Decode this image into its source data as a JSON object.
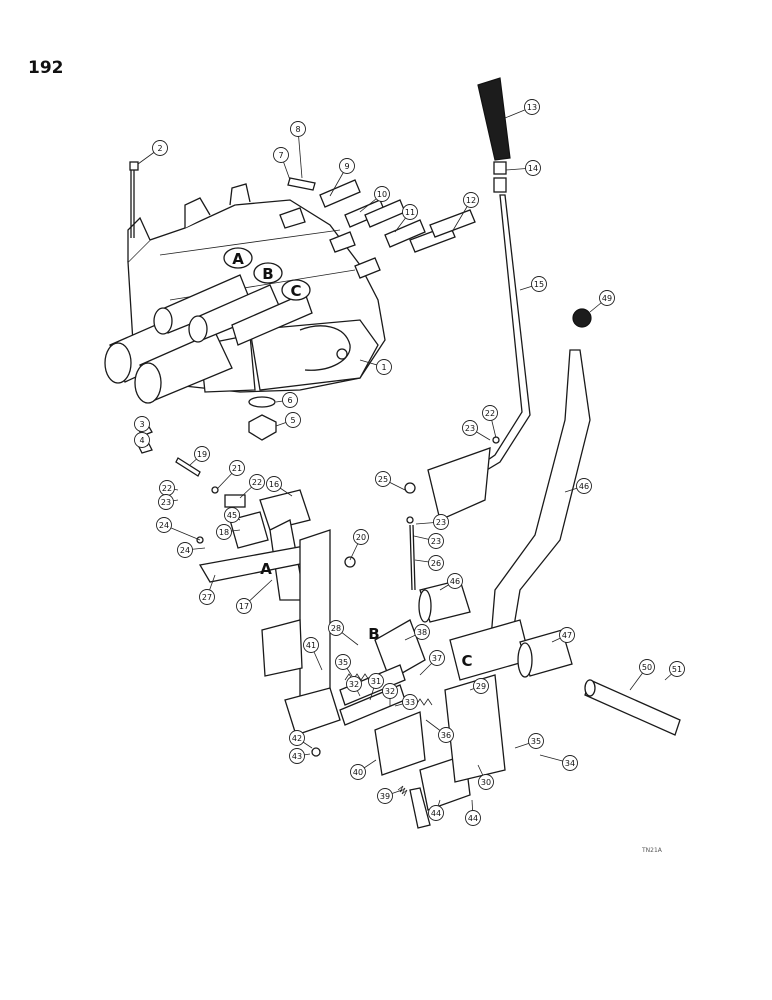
{
  "page_number": "192",
  "reference_code": "TN21A",
  "section_letters": [
    "A",
    "B",
    "C",
    "A",
    "B",
    "C"
  ],
  "callouts": [
    "1",
    "2",
    "3",
    "4",
    "5",
    "6",
    "7",
    "8",
    "9",
    "10",
    "11",
    "12",
    "13",
    "14",
    "15",
    "16",
    "17",
    "18",
    "19",
    "20",
    "21",
    "22",
    "22",
    "22",
    "23",
    "23",
    "23",
    "23",
    "24",
    "24",
    "25",
    "26",
    "27",
    "28",
    "29",
    "30",
    "31",
    "32",
    "32",
    "33",
    "34",
    "35",
    "35",
    "36",
    "37",
    "38",
    "39",
    "40",
    "41",
    "42",
    "43",
    "44",
    "44",
    "45",
    "46",
    "46",
    "47",
    "49",
    "50",
    "51"
  ]
}
